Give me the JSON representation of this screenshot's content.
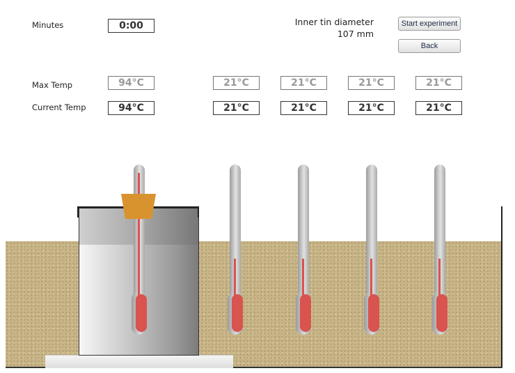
{
  "labels": {
    "minutes": "Minutes",
    "max_temp": "Max Temp",
    "current_temp": "Current Temp",
    "tin_diameter_title": "Inner tin diameter",
    "tin_diameter_value": "107 mm"
  },
  "timer": {
    "value": "0:00"
  },
  "buttons": {
    "start": "Start experiment",
    "back": "Back"
  },
  "max_temps": [
    "94°C",
    "21°C",
    "21°C",
    "21°C",
    "21°C"
  ],
  "current_temps": [
    "94°C",
    "21°C",
    "21°C",
    "21°C",
    "21°C"
  ],
  "colors": {
    "sand": "#c8b587",
    "mercury": "#d9534f",
    "cork": "#d9932e"
  },
  "icons": [
    "thermometer-icon",
    "tin-can-icon",
    "cork-icon"
  ]
}
